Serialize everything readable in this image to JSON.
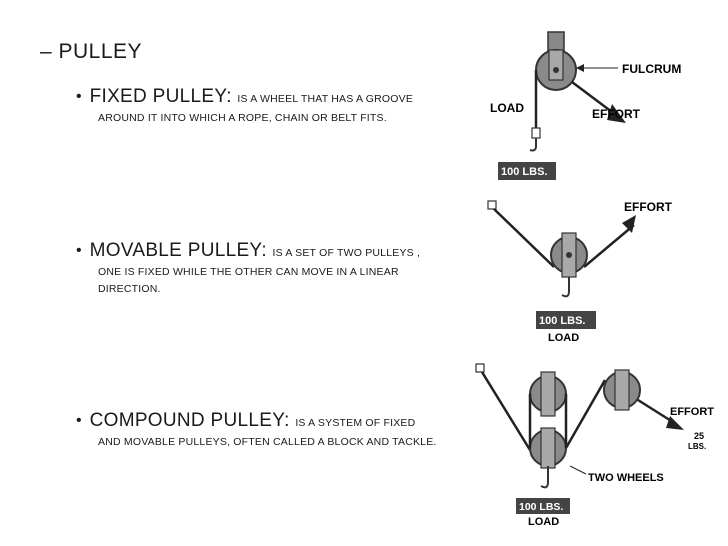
{
  "heading": "– PULLEY",
  "bullets": [
    {
      "term": "FIXED PULLEY:",
      "desc_first": "IS A WHEEL THAT HAS A GROOVE",
      "desc_rest": "AROUND IT INTO WHICH A ROPE, CHAIN OR BELT FITS."
    },
    {
      "term": "MOVABLE PULLEY:",
      "desc_first": "IS A SET OF TWO PULLEYS ,",
      "desc_rest": "ONE IS FIXED WHILE THE OTHER CAN MOVE IN A LINEAR DIRECTION."
    },
    {
      "term": "COMPOUND PULLEY:",
      "desc_first": "IS A SYSTEM OF FIXED",
      "desc_rest": "AND MOVABLE  PULLEYS, OFTEN CALLED A BLOCK AND TACKLE."
    }
  ],
  "fig1": {
    "fulcrum": "FULCRUM",
    "load": "LOAD",
    "effort": "EFFORT",
    "weight": "100 LBS."
  },
  "fig2": {
    "effort": "EFFORT",
    "weight": "100 LBS.",
    "load": "LOAD"
  },
  "fig3": {
    "effort": "EFFORT",
    "force_value": "25",
    "force_unit": "LBS.",
    "two_wheels": "TWO WHEELS",
    "weight": "100 LBS.",
    "load": "LOAD"
  }
}
